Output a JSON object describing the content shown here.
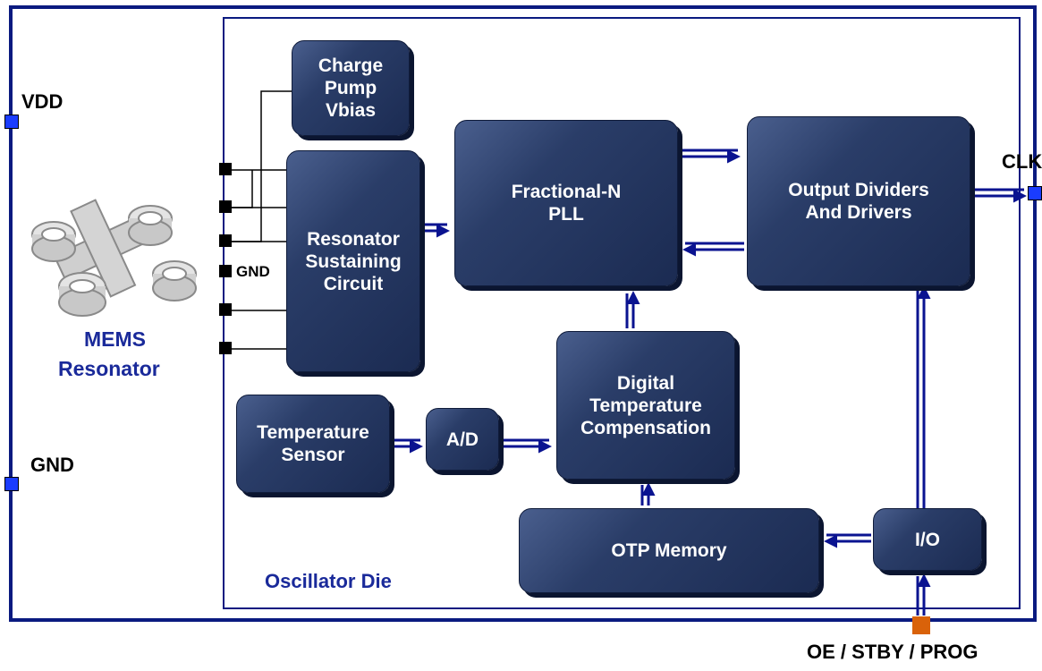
{
  "blocks": {
    "charge_pump": "Charge\nPump\nVbias",
    "resonator_circuit": "Resonator\nSustaining\nCircuit",
    "pll": "Fractional-N\nPLL",
    "output": "Output Dividers\nAnd Drivers",
    "digital_temp": "Digital\nTemperature\nCompensation",
    "temp_sensor": "Temperature\nSensor",
    "ad": "A/D",
    "otp": "OTP Memory",
    "io": "I/O"
  },
  "labels": {
    "vdd": "VDD",
    "gnd_outer": "GND",
    "gnd_inner": "GND",
    "clk": "CLK",
    "oe": "OE / STBY / PROG",
    "mems_line1": "MEMS",
    "mems_line2": "Resonator",
    "die": "Oscillator Die"
  },
  "colors": {
    "block": "#1f2f58",
    "outline": "#0a1a80",
    "arrow": "#0a1390",
    "pin_blue": "#1a3cff",
    "pin_orange": "#d9620a",
    "label_blue": "#1a2a9a"
  }
}
